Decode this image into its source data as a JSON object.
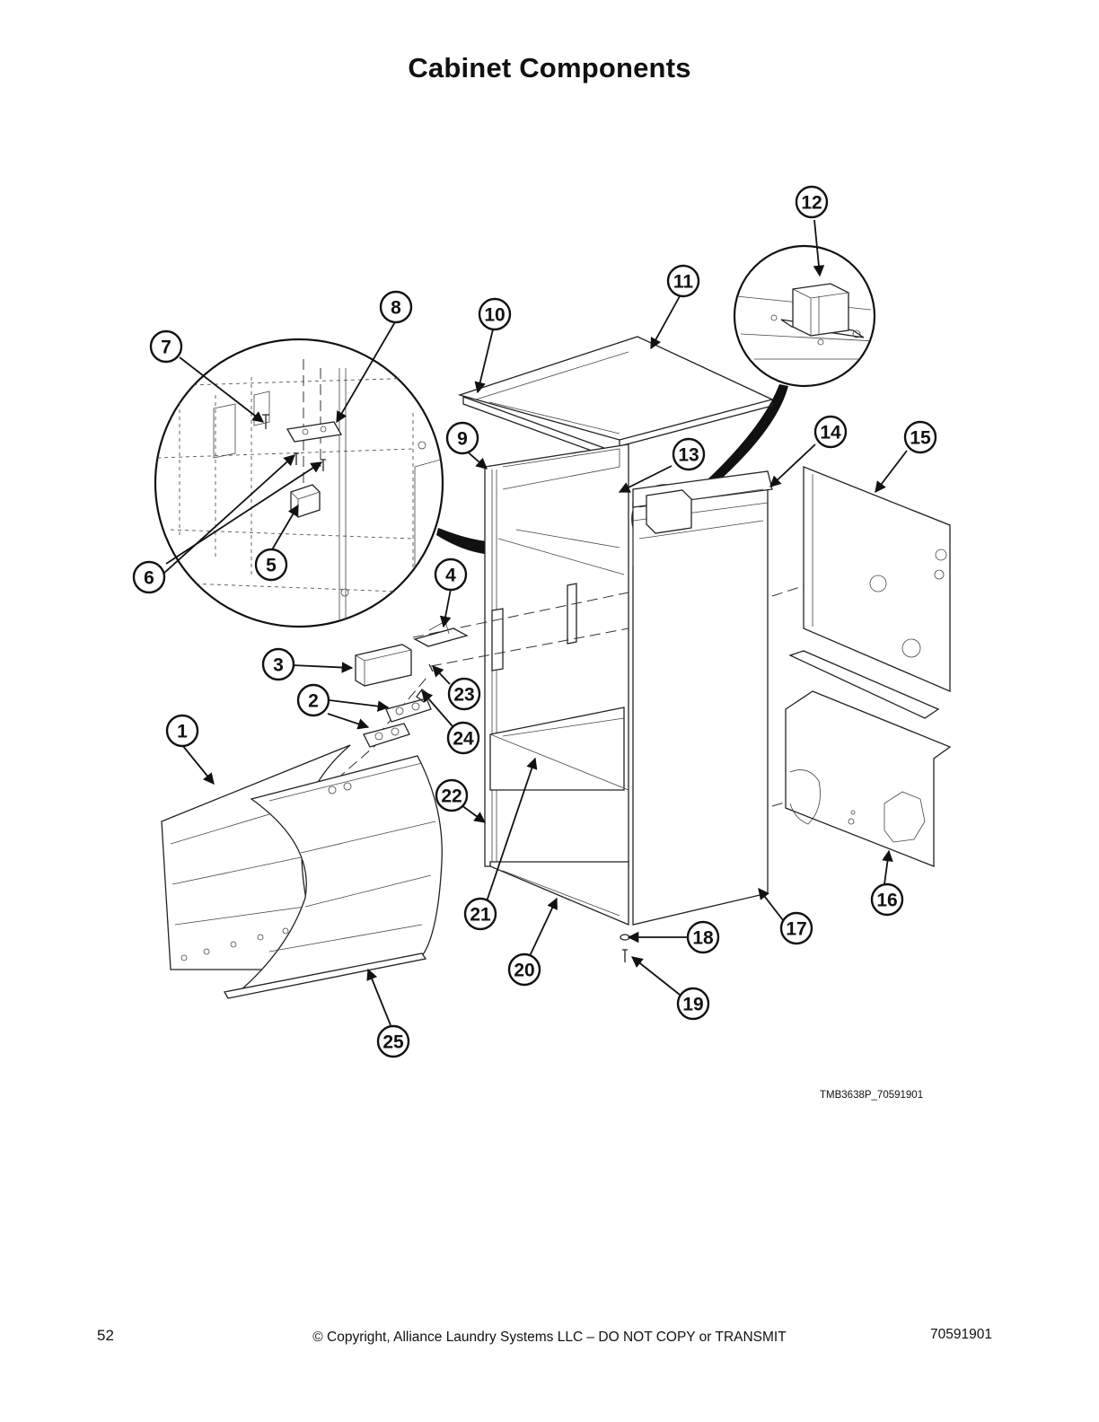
{
  "page": {
    "title": "Cabinet Components",
    "figure_id": "TMB3638P_70591901",
    "page_number": "52",
    "copyright": "© Copyright, Alliance Laundry Systems LLC – DO NOT COPY or TRANSMIT",
    "document_number": "70591901"
  },
  "callouts": [
    "1",
    "2",
    "3",
    "4",
    "5",
    "6",
    "7",
    "8",
    "9",
    "10",
    "11",
    "12",
    "13",
    "14",
    "15",
    "16",
    "17",
    "18",
    "19",
    "20",
    "21",
    "22",
    "23",
    "24",
    "25"
  ]
}
